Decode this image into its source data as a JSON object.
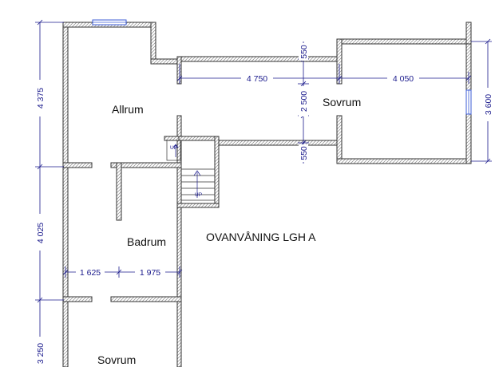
{
  "title": "OVANVÅNING LGH A",
  "rooms": {
    "allrum": "Allrum",
    "sovrum_east": "Sovrum",
    "badrum": "Badrum",
    "sovrum_south": "Sovrum"
  },
  "dimensions": {
    "left_upper": "4 375",
    "left_middle": "4 025",
    "left_lower": "3 250",
    "corridor_length": "4 750",
    "bedroom_width": "4 050",
    "bedroom_depth": "3 600",
    "corridor_top_wall": "550",
    "corridor_opening": "2 500",
    "corridor_bottom_wall": "550",
    "allrum_lower_width": "1 625",
    "badrum_width": "1 975"
  },
  "stair_labels": {
    "upper": "UP",
    "lower": "UP"
  },
  "colors": {
    "wall_stroke": "#333333",
    "hatch": "#8a8a8a",
    "dimension": "#1a1a8c",
    "window": "#3b5bd6"
  }
}
